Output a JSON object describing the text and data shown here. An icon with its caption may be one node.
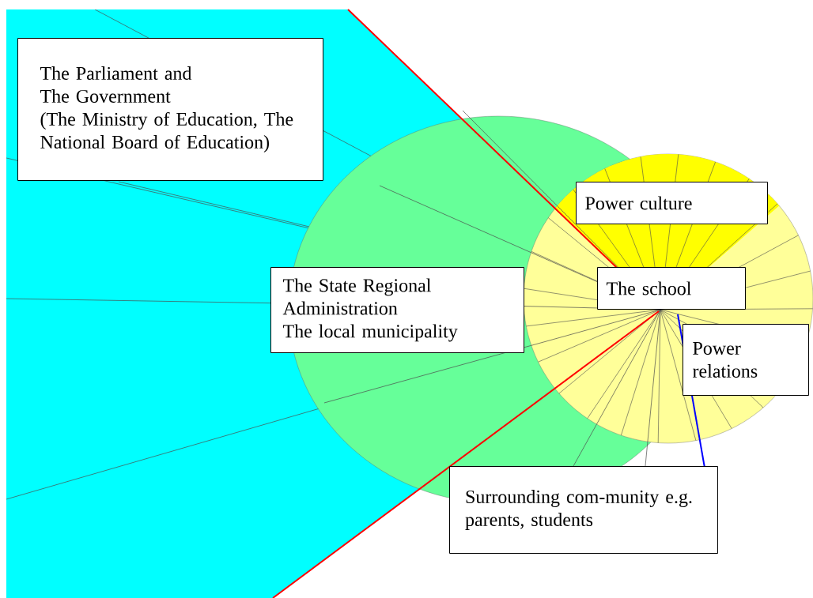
{
  "diagram": {
    "nodes": [
      {
        "text": [
          "The Parliament and",
          "The Government",
          "(The Ministry of Education, The National Board of Education)"
        ]
      },
      {
        "text": [
          "Power culture"
        ]
      },
      {
        "text": [
          "The State Regional Administration",
          "The local municipality"
        ]
      },
      {
        "text": [
          "The school"
        ]
      },
      {
        "text": [
          "Power relations"
        ]
      },
      {
        "text": [
          "Surrounding com-munity e.g. parents, students"
        ]
      }
    ]
  }
}
